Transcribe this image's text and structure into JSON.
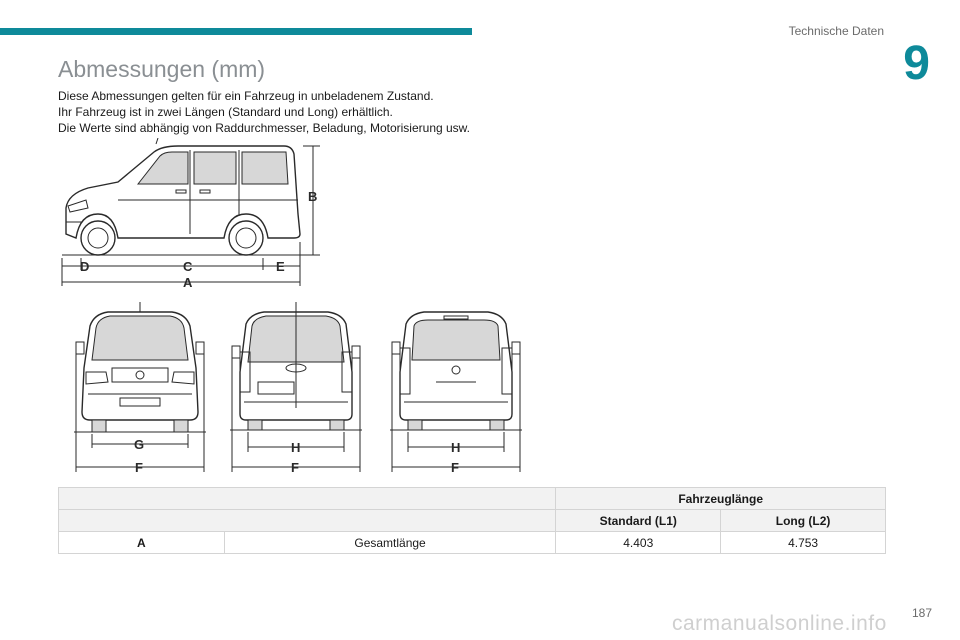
{
  "header": {
    "section_label": "Technische Daten",
    "chapter_number": "9"
  },
  "title": "Abmessungen (mm)",
  "intro": [
    "Diese Abmessungen gelten für ein Fahrzeug in unbeladenem Zustand.",
    "Ihr Fahrzeug ist in zwei Längen (Standard und Long) erhältlich.",
    "Die Werte sind abhängig von Raddurchmesser, Beladung, Motorisierung usw."
  ],
  "diagram_labels": {
    "side_height": "B",
    "side_front_overhang": "D",
    "side_wheelbase": "C",
    "side_rear_overhang": "E",
    "side_total": "A",
    "front_track": "G",
    "front_width": "F",
    "rear_track_1": "H",
    "rear_width_1": "F",
    "rear_track_2": "H",
    "rear_width_2": "F"
  },
  "table": {
    "group_header": "Fahrzeuglänge",
    "columns": [
      "Standard (L1)",
      "Long (L2)"
    ],
    "rows": [
      {
        "key": "A",
        "label": "Gesamtlänge",
        "l1": "4.403",
        "l2": "4.753"
      }
    ]
  },
  "page_number": "187",
  "watermark": "carmanualsonline.info",
  "colors": {
    "accent": "#0e8a9a",
    "title_gray": "#8a8f93"
  }
}
